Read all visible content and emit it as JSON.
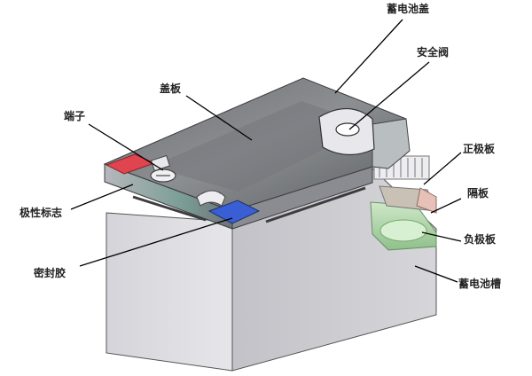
{
  "labels": {
    "cover": "蓄电池盖",
    "safety_valve": "安全阀",
    "lid_plate": "盖板",
    "terminal": "端子",
    "positive_plate": "正极板",
    "separator": "隔板",
    "polarity_mark": "极性标志",
    "negative_plate": "负极板",
    "sealant": "密封胶",
    "container": "蓄电池槽"
  },
  "colors": {
    "positive_marker": "#e0454f",
    "negative_marker": "#3a5fd4",
    "lid_top": "#7d7d82",
    "case_front": "#d9d9de",
    "case_side": "#c3c3c8",
    "separator_green": "#a9d6a4"
  }
}
